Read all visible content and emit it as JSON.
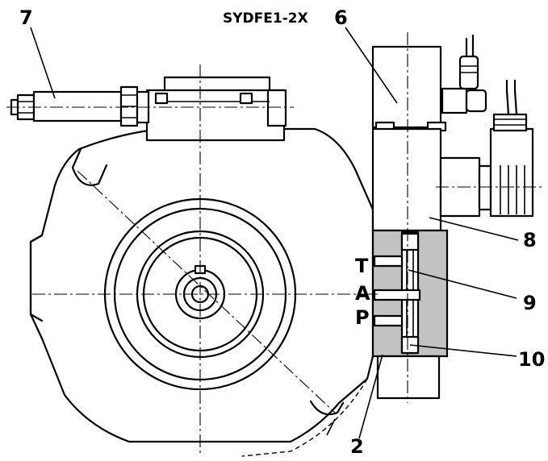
{
  "diagram": {
    "labels": {
      "model": "SYDFE1-2X",
      "item_7": "7",
      "item_6": "6",
      "item_8": "8",
      "item_9": "9",
      "item_10": "10",
      "item_2": "2",
      "port_t": "T",
      "port_a": "A",
      "port_p": "P"
    },
    "colors": {
      "line": "#000000",
      "background": "#ffffff",
      "block_fill": "#c2c2c2"
    }
  }
}
